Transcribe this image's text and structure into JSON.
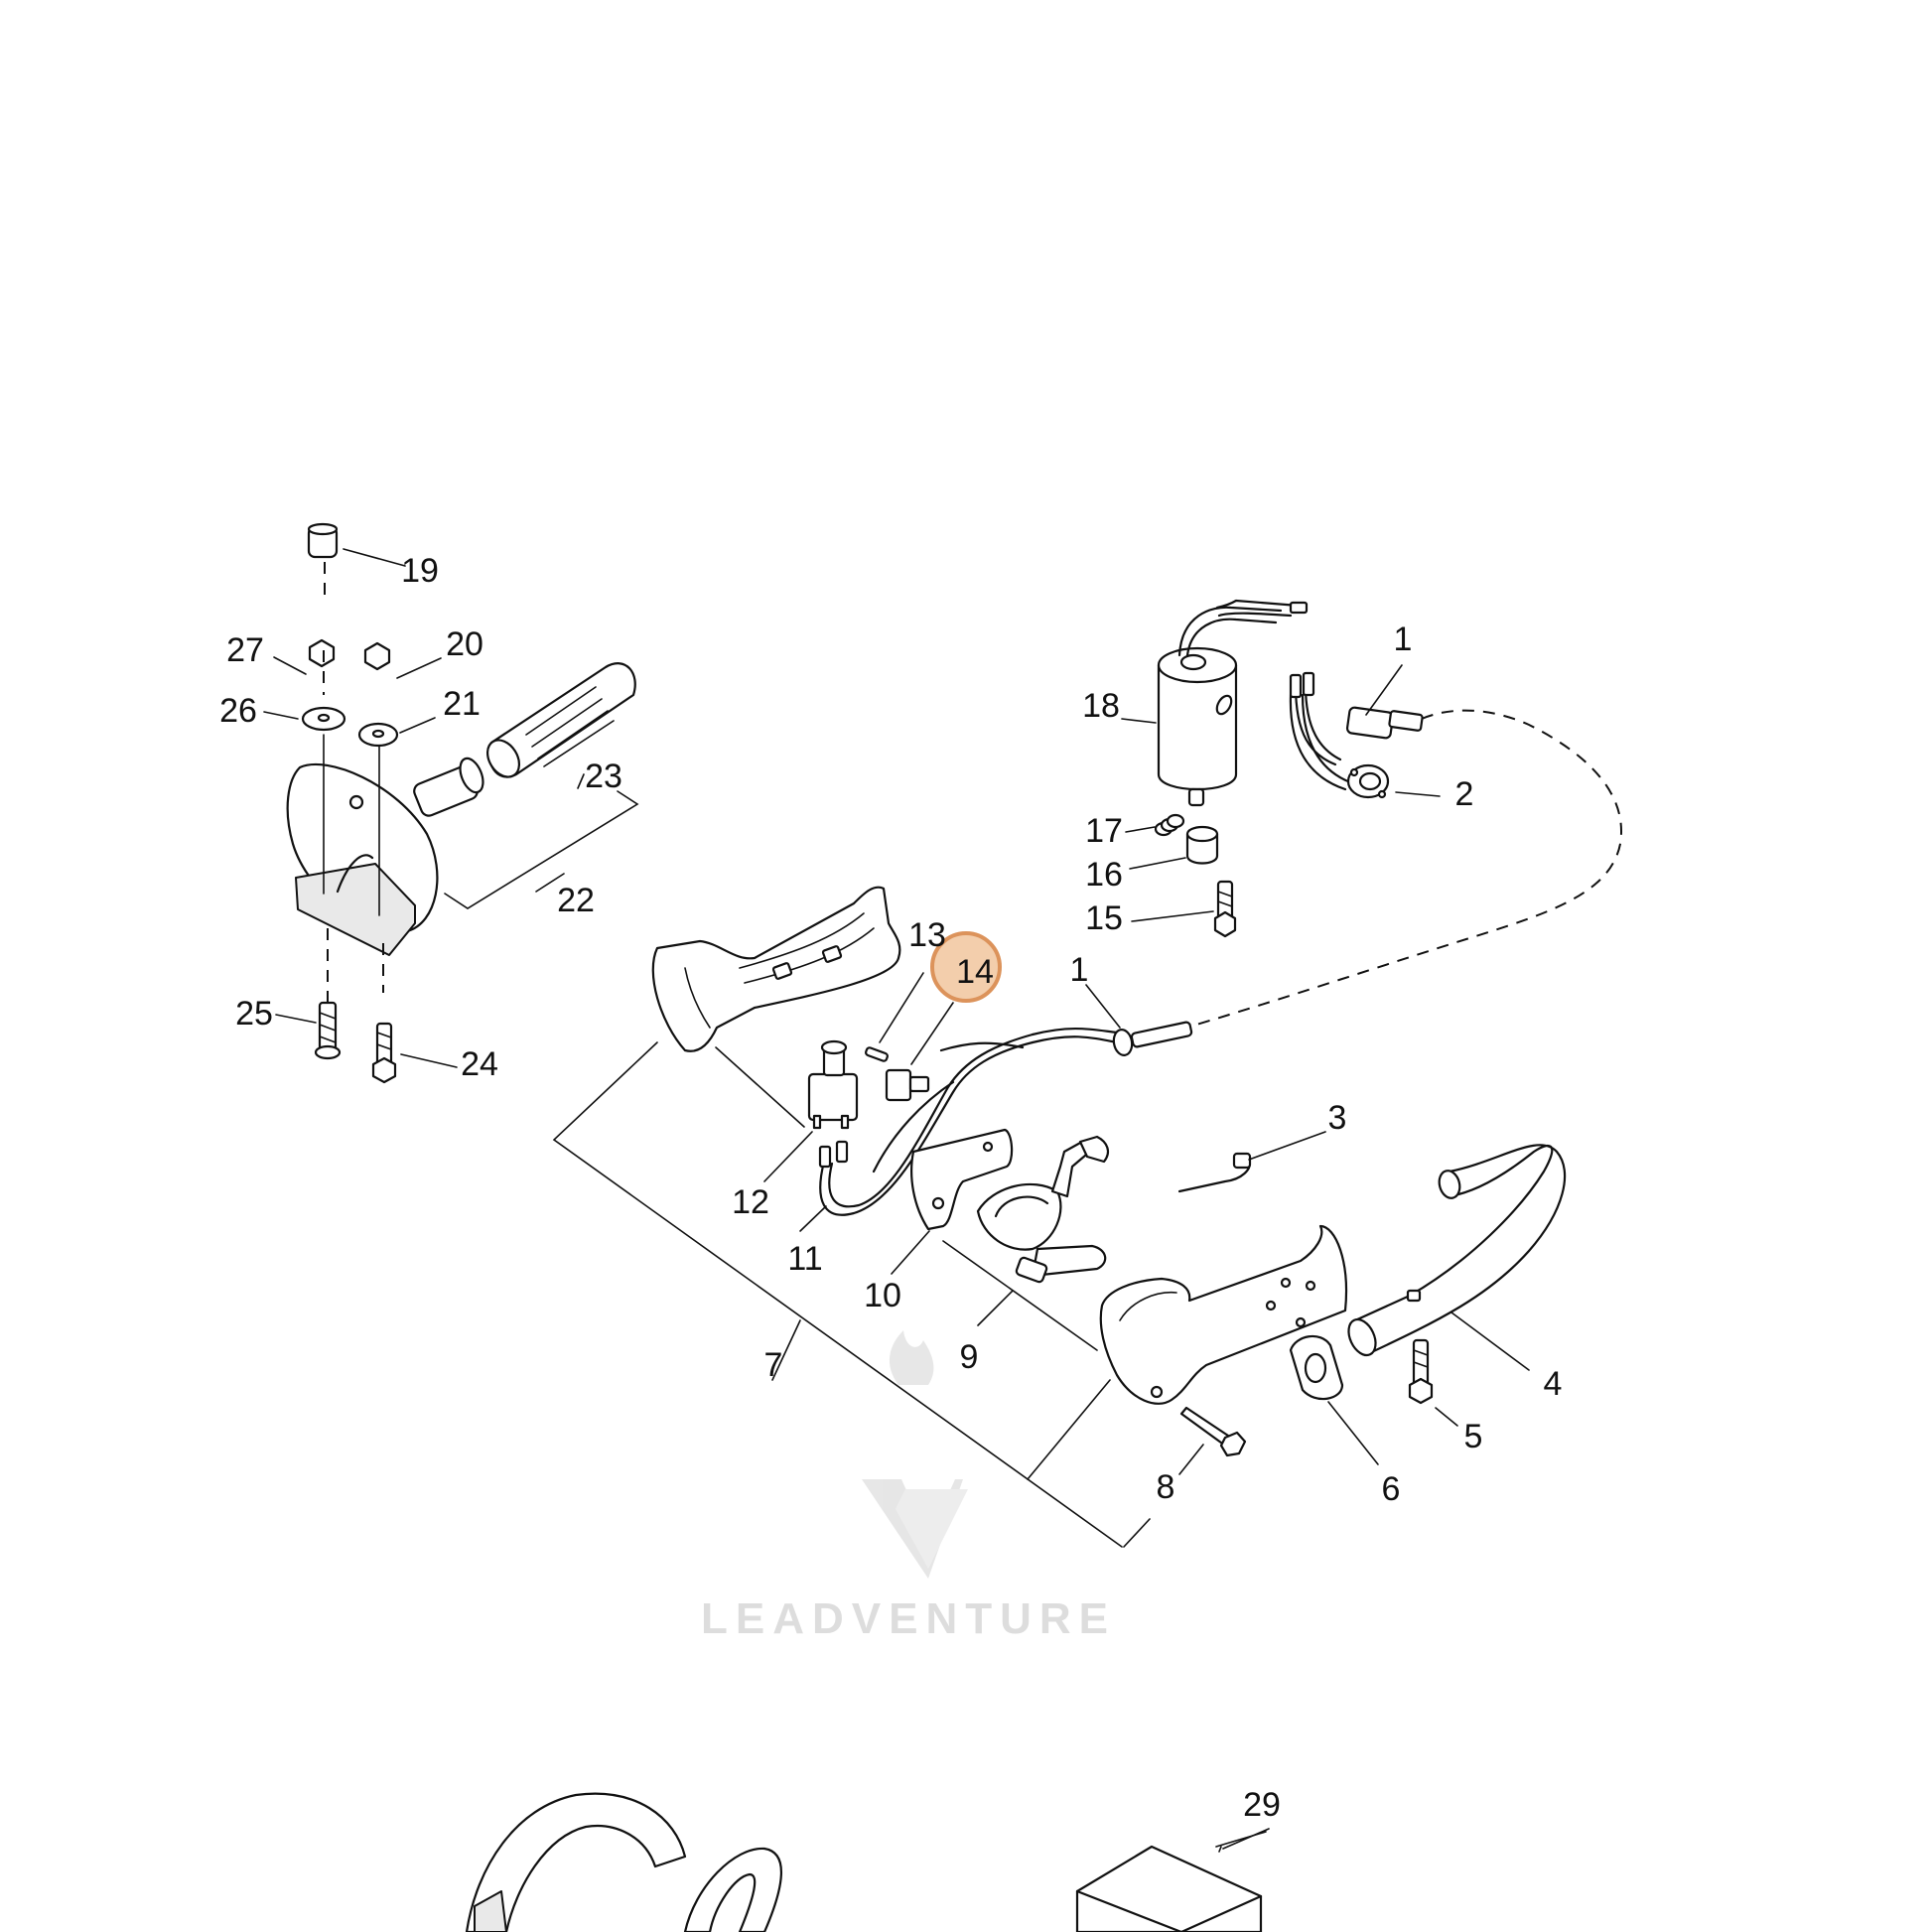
{
  "diagram": {
    "labels": [
      "1",
      "1",
      "2",
      "3",
      "4",
      "5",
      "6",
      "7",
      "8",
      "9",
      "10",
      "11",
      "12",
      "13",
      "14",
      "15",
      "16",
      "17",
      "18",
      "19",
      "20",
      "21",
      "22",
      "23",
      "24",
      "25",
      "26",
      "27",
      "29"
    ],
    "highlighted_label": "14",
    "highlight_color": "#d9884a",
    "highlight_fill": "#f2c9a4"
  },
  "watermark": {
    "text": "LEADVENTURE",
    "color": "#dadada"
  }
}
